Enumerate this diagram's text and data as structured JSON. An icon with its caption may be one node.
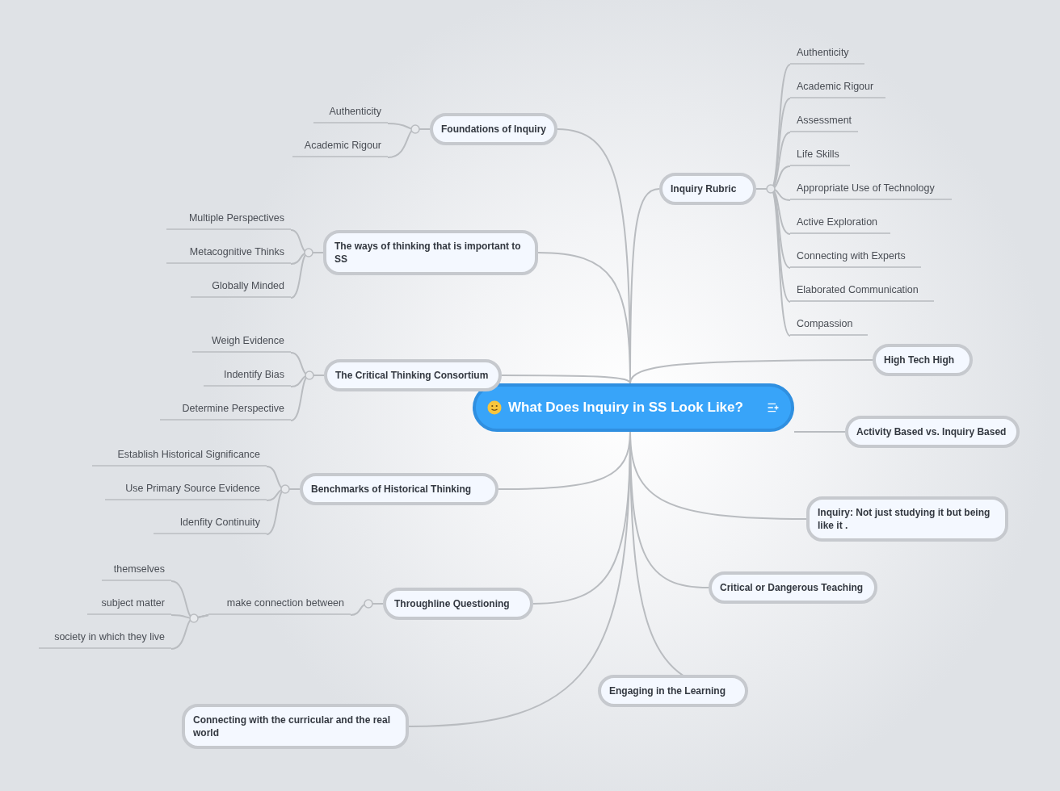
{
  "diagram": {
    "nodes": [
      {
        "text": [
          "What Does Inquiry in SS Look Like?"
        ]
      },
      {
        "text": [
          "Foundations of Inquiry"
        ]
      },
      {
        "text": [
          "Authenticity"
        ]
      },
      {
        "text": [
          "Academic Rigour"
        ]
      },
      {
        "text": [
          "The ways of thinking that is important to SS"
        ]
      },
      {
        "text": [
          "Multiple Perspectives"
        ]
      },
      {
        "text": [
          "Metacognitive Thinks"
        ]
      },
      {
        "text": [
          "Globally Minded"
        ]
      },
      {
        "text": [
          "The Critical Thinking Consortium"
        ]
      },
      {
        "text": [
          "Weigh Evidence"
        ]
      },
      {
        "text": [
          "Indentify Bias"
        ]
      },
      {
        "text": [
          "Determine Perspective"
        ]
      },
      {
        "text": [
          "Benchmarks of Historical Thinking"
        ]
      },
      {
        "text": [
          "Establish Historical Significance"
        ]
      },
      {
        "text": [
          "Use Primary Source Evidence"
        ]
      },
      {
        "text": [
          "Idenfity Continuity"
        ]
      },
      {
        "text": [
          "Throughline Questioning"
        ]
      },
      {
        "text": [
          "make connection between"
        ]
      },
      {
        "text": [
          "themselves"
        ]
      },
      {
        "text": [
          "subject matter"
        ]
      },
      {
        "text": [
          "society in which they live"
        ]
      },
      {
        "text": [
          "Connecting with the curricular and the real world"
        ]
      },
      {
        "text": [
          "Engaging in the Learning"
        ]
      },
      {
        "text": [
          "Inquiry Rubric"
        ]
      },
      {
        "text": [
          "Authenticity"
        ]
      },
      {
        "text": [
          "Academic Rigour"
        ]
      },
      {
        "text": [
          "Assessment"
        ]
      },
      {
        "text": [
          "Life Skills"
        ]
      },
      {
        "text": [
          "Appropriate Use of Technology"
        ]
      },
      {
        "text": [
          "Active Exploration"
        ]
      },
      {
        "text": [
          "Connecting with Experts"
        ]
      },
      {
        "text": [
          "Elaborated Communication"
        ]
      },
      {
        "text": [
          "Compassion"
        ]
      },
      {
        "text": [
          "High Tech High"
        ]
      },
      {
        "text": [
          "Activity Based vs. Inquiry Based"
        ]
      },
      {
        "text": [
          "Inquiry: Not just studying it but being like it ."
        ]
      },
      {
        "text": [
          "Critical or Dangerous Teaching"
        ]
      }
    ],
    "edges": [
      {
        "from": 0,
        "to": 1,
        "arrow": "none"
      },
      {
        "from": 1,
        "to": 2,
        "arrow": "none"
      },
      {
        "from": 1,
        "to": 3,
        "arrow": "none"
      },
      {
        "from": 0,
        "to": 4,
        "arrow": "none"
      },
      {
        "from": 4,
        "to": 5,
        "arrow": "none"
      },
      {
        "from": 4,
        "to": 6,
        "arrow": "none"
      },
      {
        "from": 4,
        "to": 7,
        "arrow": "none"
      },
      {
        "from": 0,
        "to": 8,
        "arrow": "none"
      },
      {
        "from": 8,
        "to": 9,
        "arrow": "none"
      },
      {
        "from": 8,
        "to": 10,
        "arrow": "none"
      },
      {
        "from": 8,
        "to": 11,
        "arrow": "none"
      },
      {
        "from": 0,
        "to": 12,
        "arrow": "none"
      },
      {
        "from": 12,
        "to": 13,
        "arrow": "none"
      },
      {
        "from": 12,
        "to": 14,
        "arrow": "none"
      },
      {
        "from": 12,
        "to": 15,
        "arrow": "none"
      },
      {
        "from": 0,
        "to": 16,
        "arrow": "none"
      },
      {
        "from": 16,
        "to": 17,
        "arrow": "none"
      },
      {
        "from": 17,
        "to": 18,
        "arrow": "none"
      },
      {
        "from": 17,
        "to": 19,
        "arrow": "none"
      },
      {
        "from": 17,
        "to": 20,
        "arrow": "none"
      },
      {
        "from": 0,
        "to": 21,
        "arrow": "none"
      },
      {
        "from": 0,
        "to": 22,
        "arrow": "none"
      },
      {
        "from": 0,
        "to": 23,
        "arrow": "none"
      },
      {
        "from": 23,
        "to": 24,
        "arrow": "none"
      },
      {
        "from": 23,
        "to": 25,
        "arrow": "none"
      },
      {
        "from": 23,
        "to": 26,
        "arrow": "none"
      },
      {
        "from": 23,
        "to": 27,
        "arrow": "none"
      },
      {
        "from": 23,
        "to": 28,
        "arrow": "none"
      },
      {
        "from": 23,
        "to": 29,
        "arrow": "none"
      },
      {
        "from": 23,
        "to": 30,
        "arrow": "none"
      },
      {
        "from": 23,
        "to": 31,
        "arrow": "none"
      },
      {
        "from": 23,
        "to": 32,
        "arrow": "none"
      },
      {
        "from": 0,
        "to": 33,
        "arrow": "none"
      },
      {
        "from": 0,
        "to": 34,
        "arrow": "none"
      },
      {
        "from": 0,
        "to": 35,
        "arrow": "none"
      },
      {
        "from": 0,
        "to": 36,
        "arrow": "none"
      }
    ]
  }
}
